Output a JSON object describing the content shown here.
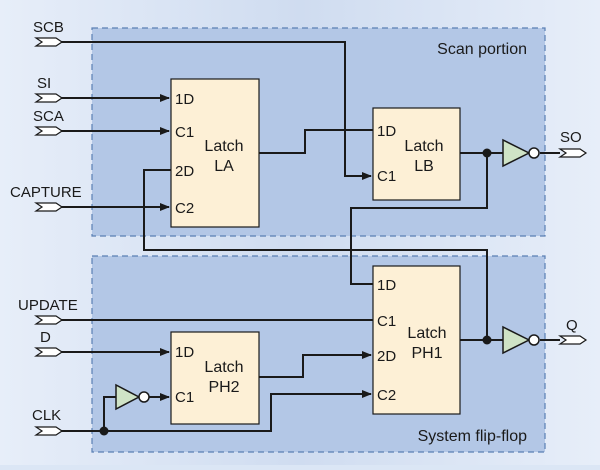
{
  "regions": {
    "scan": "Scan portion",
    "system": "System flip-flop"
  },
  "inputs": {
    "scb": "SCB",
    "si": "SI",
    "sca": "SCA",
    "capture": "CAPTURE",
    "update": "UPDATE",
    "d": "D",
    "clk": "CLK"
  },
  "outputs": {
    "so": "SO",
    "q": "Q"
  },
  "latches": {
    "la": {
      "line1": "Latch",
      "line2": "LA",
      "pins": {
        "d1": "1D",
        "c1": "C1",
        "d2": "2D",
        "c2": "C2"
      }
    },
    "lb": {
      "line1": "Latch",
      "line2": "LB",
      "pins": {
        "d1": "1D",
        "c1": "C1"
      }
    },
    "ph1": {
      "line1": "Latch",
      "line2": "PH1",
      "pins": {
        "d1": "1D",
        "c1": "C1",
        "d2": "2D",
        "c2": "C2"
      }
    },
    "ph2": {
      "line1": "Latch",
      "line2": "PH2",
      "pins": {
        "d1": "1D",
        "c1": "C1"
      }
    }
  },
  "colors": {
    "background": "#dbe6f5",
    "region_fill": "#b3c7e6",
    "region_border": "#5a7fb4",
    "latch_fill": "#fdf0d6",
    "wire": "#1a1a1a"
  }
}
